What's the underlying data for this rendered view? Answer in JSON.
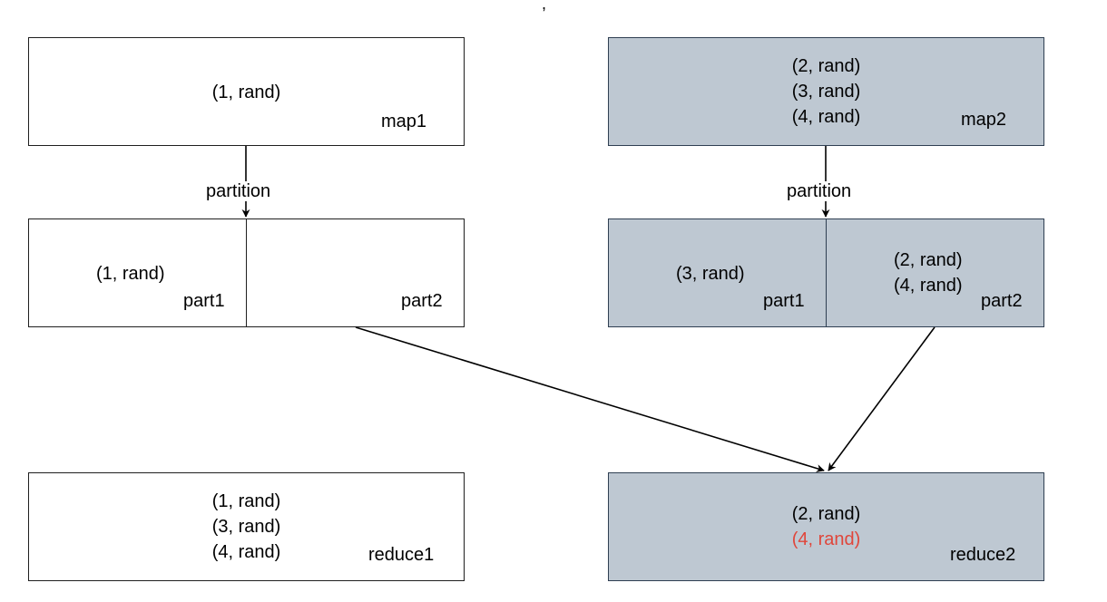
{
  "top_mark": ",",
  "map1": {
    "name": "map1",
    "records": [
      "(1, rand)"
    ]
  },
  "map2": {
    "name": "map2",
    "records": [
      "(2, rand)",
      "(3, rand)",
      "(4, rand)"
    ]
  },
  "edge_label_left": "partition",
  "edge_label_right": "partition",
  "left_parts": {
    "part1": {
      "name": "part1",
      "records": [
        "(1, rand)"
      ]
    },
    "part2": {
      "name": "part2",
      "records": []
    }
  },
  "right_parts": {
    "part1": {
      "name": "part1",
      "records": [
        "(3, rand)"
      ]
    },
    "part2": {
      "name": "part2",
      "records": [
        "(2, rand)",
        "(4, rand)"
      ]
    }
  },
  "reduce1": {
    "name": "reduce1",
    "records": [
      "(1, rand)",
      "(3, rand)",
      "(4, rand)"
    ]
  },
  "reduce2": {
    "name": "reduce2",
    "records": [
      "(2, rand)",
      "(4, rand)"
    ]
  },
  "colors": {
    "highlight_text": "#e0463b",
    "filled_box": "#bec8d2"
  }
}
